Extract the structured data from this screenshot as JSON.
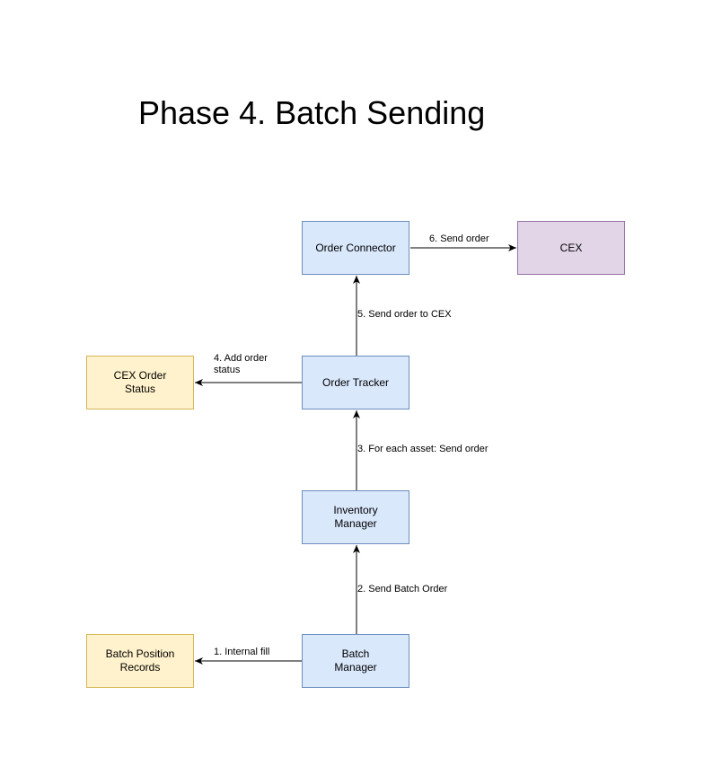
{
  "title": "Phase 4. Batch Sending",
  "nodes": {
    "order_connector": "Order Connector",
    "cex": "CEX",
    "cex_order_status": "CEX Order Status",
    "order_tracker": "Order Tracker",
    "inventory_manager": "Inventory Manager",
    "batch_position_records": "Batch Position Records",
    "batch_manager": "Batch Manager"
  },
  "edges": {
    "internal_fill": "1. Internal fill",
    "send_batch_order": "2. Send Batch Order",
    "send_order_each_asset": "3. For each asset: Send order",
    "add_order_status": "4. Add order status",
    "send_order_to_cex": "5. Send order to CEX",
    "send_order": "6. Send order"
  },
  "colors": {
    "process_fill": "#dae8fc",
    "process_stroke": "#6c8ebf",
    "store_fill": "#fff2cc",
    "store_stroke": "#d6b656",
    "external_fill": "#e1d5e7",
    "external_stroke": "#9673a6"
  }
}
